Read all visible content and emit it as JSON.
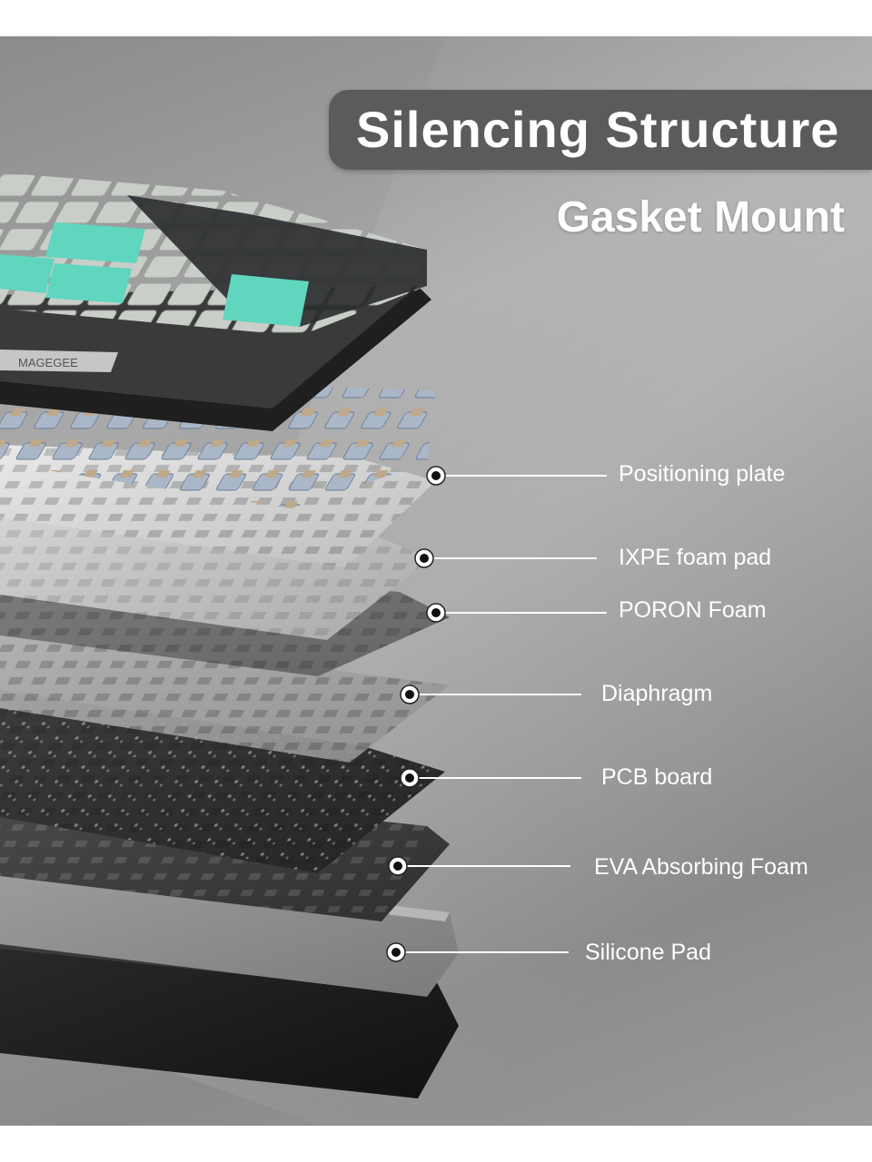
{
  "title": "Silencing Structure",
  "subtitle": "Gasket Mount",
  "brand_mark": "MAGEGEE",
  "colors": {
    "accent_teal": "#5fd6bd",
    "keycap_light": "#c9cec9",
    "keycap_dark": "#2d2f31",
    "banner": "#5b5b5b",
    "label_text": "#ffffff"
  },
  "layers": [
    "Positioning plate",
    "IXPE foam pad",
    "PORON Foam",
    "Diaphragm",
    "PCB board",
    "EVA Absorbing Foam",
    "Silicone Pad"
  ]
}
